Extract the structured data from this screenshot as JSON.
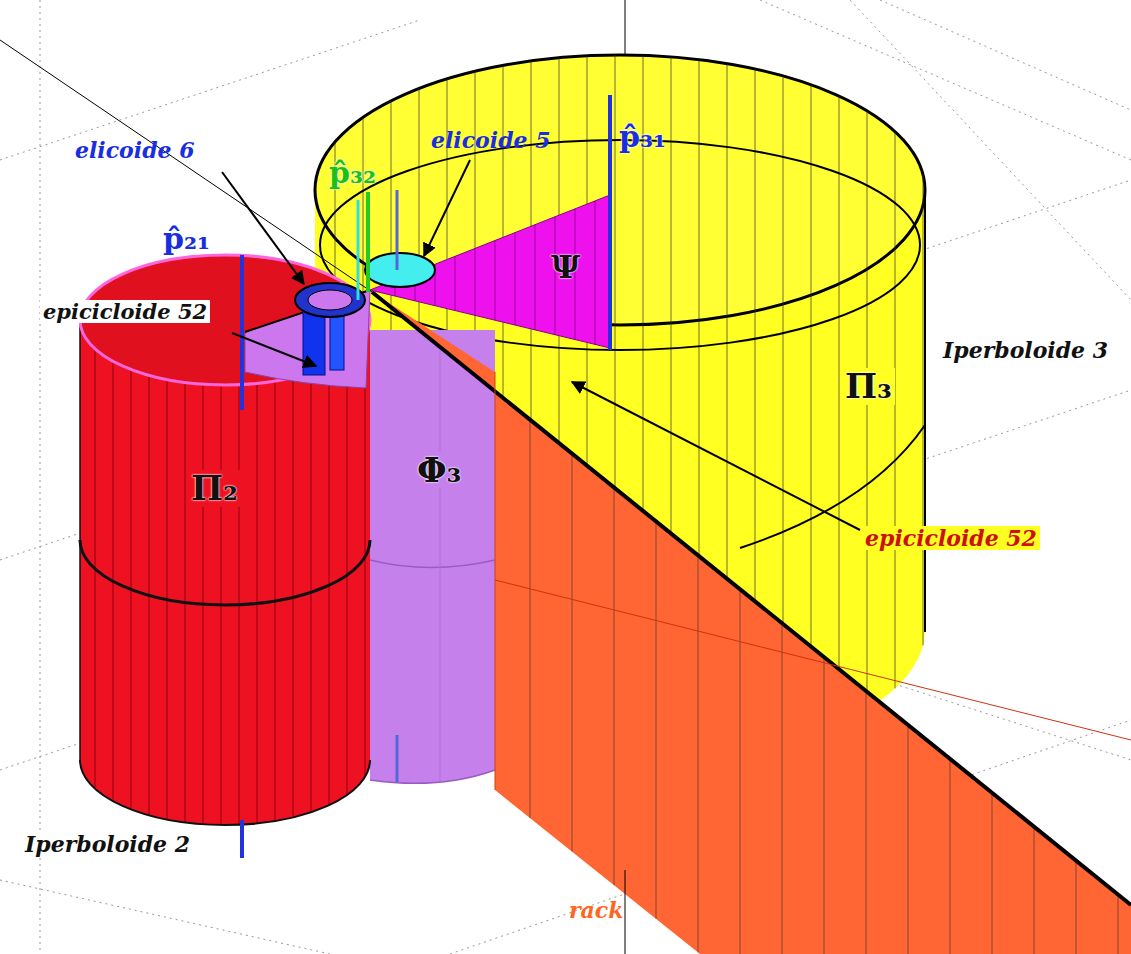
{
  "diagram": {
    "labels": [
      "elicoide 6",
      "elicoide 5",
      "p̂₃₁",
      "p̂₃₂",
      "p̂₂₁",
      "epicicloide 52",
      "Ψ",
      "Π₂",
      "Φ₃",
      "Iperboloide 3",
      "Π₃",
      "epicicloide 52",
      "Iperboloide 2",
      "rack"
    ]
  }
}
